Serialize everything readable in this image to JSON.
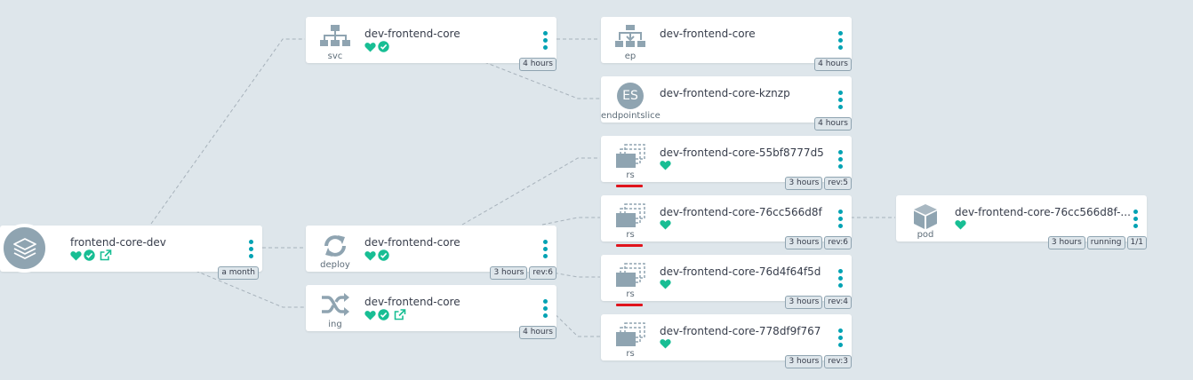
{
  "colors": {
    "background": "#dee6eb",
    "health": "#18be94",
    "accent": "#00a2b3",
    "edge": "#a7b2bb",
    "icon": "#8fa4b1",
    "selected_marker": "#e0141c"
  },
  "app": {
    "name": "frontend-core-dev",
    "icon": "layers-icon",
    "status_icons": [
      "heart-icon",
      "check-circle-icon",
      "external-link-icon"
    ],
    "age": "a month"
  },
  "svc": {
    "kind": "svc",
    "name": "dev-frontend-core",
    "icon": "sitemap-icon",
    "status_icons": [
      "heart-icon",
      "check-circle-icon"
    ],
    "age": "4 hours"
  },
  "deploy": {
    "kind": "deploy",
    "name": "dev-frontend-core",
    "icon": "sync-icon",
    "status_icons": [
      "heart-icon",
      "check-circle-icon"
    ],
    "age": "3 hours",
    "rev": "rev:6"
  },
  "ing": {
    "kind": "ing",
    "name": "dev-frontend-core",
    "icon": "random-icon",
    "status_icons": [
      "heart-icon",
      "check-circle-icon",
      "external-link-icon"
    ],
    "age": "4 hours"
  },
  "ep": {
    "kind": "ep",
    "name": "dev-frontend-core",
    "icon": "network-icon",
    "age": "4 hours"
  },
  "endpointslice": {
    "kind": "endpointslice",
    "badge": "ES",
    "name": "dev-frontend-core-kznzp",
    "age": "4 hours"
  },
  "rs1": {
    "kind": "rs",
    "name": "dev-frontend-core-55bf8777d5",
    "age": "3 hours",
    "rev": "rev:5"
  },
  "rs2": {
    "kind": "rs",
    "name": "dev-frontend-core-76cc566d8f",
    "age": "3 hours",
    "rev": "rev:6"
  },
  "rs3": {
    "kind": "rs",
    "name": "dev-frontend-core-76d4f64f5d",
    "age": "3 hours",
    "rev": "rev:4"
  },
  "rs4": {
    "kind": "rs",
    "name": "dev-frontend-core-778df9f767",
    "age": "3 hours",
    "rev": "rev:3"
  },
  "pod": {
    "kind": "pod",
    "name": "dev-frontend-core-76cc566d8f-...",
    "icon": "cube-icon",
    "age": "3 hours",
    "state": "running",
    "ready": "1/1"
  }
}
